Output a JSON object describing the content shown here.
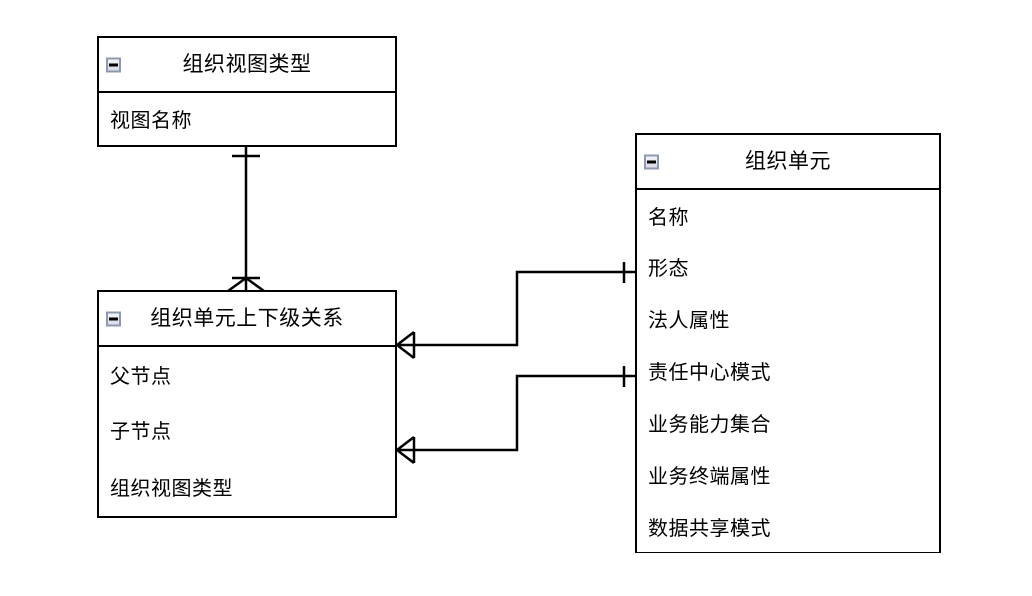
{
  "diagram": {
    "type": "entity-relationship-diagram",
    "notation": "crow's foot",
    "background": "#ffffff",
    "line_color": "#000000",
    "collapse_icon_border": "#8c99b0"
  },
  "entities": [
    {
      "id": "org-view-type",
      "title": "组织视图类型",
      "collapse_icon": "minus-box-icon",
      "attributes": [
        "视图名称"
      ]
    },
    {
      "id": "org-unit-hierarchy",
      "title": "组织单元上下级关系",
      "collapse_icon": "minus-box-icon",
      "attributes": [
        "父节点",
        "子节点",
        "组织视图类型"
      ]
    },
    {
      "id": "org-unit",
      "title": "组织单元",
      "collapse_icon": "minus-box-icon",
      "attributes": [
        "名称",
        "形态",
        "法人属性",
        "责任中心模式",
        "业务能力集合",
        "业务终端属性",
        "数据共享模式"
      ]
    }
  ],
  "relationships": [
    {
      "id": "rel-viewtype-hierarchy",
      "from": "org-view-type",
      "to": "org-unit-hierarchy",
      "from_cardinality": "one",
      "to_cardinality": "many"
    },
    {
      "id": "rel-hierarchy-parent-unit",
      "from": "org-unit-hierarchy",
      "to": "org-unit",
      "from_cardinality": "many",
      "to_cardinality": "one"
    },
    {
      "id": "rel-hierarchy-child-unit",
      "from": "org-unit-hierarchy",
      "to": "org-unit",
      "from_cardinality": "many",
      "to_cardinality": "one"
    }
  ]
}
